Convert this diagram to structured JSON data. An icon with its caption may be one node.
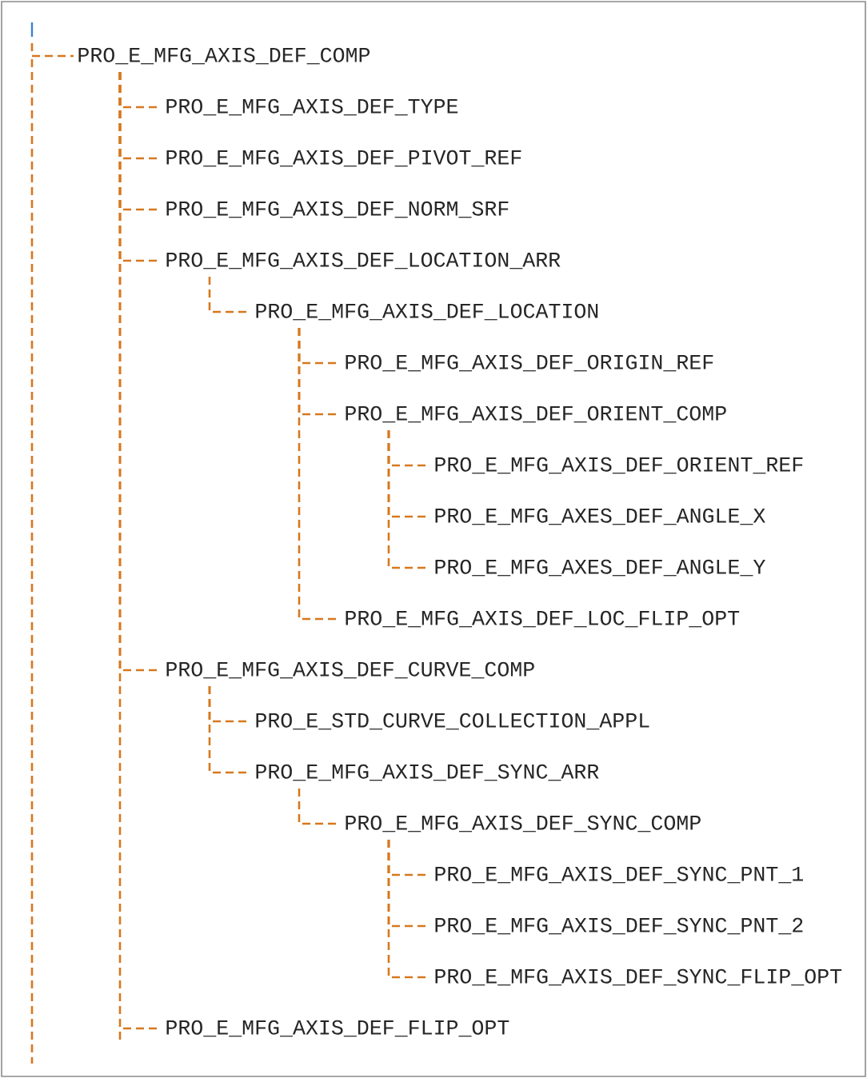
{
  "diagram": {
    "nodes": [
      {
        "text": [
          "PRO_E_MFG_AXIS_DEF_COMP"
        ]
      },
      {
        "text": [
          "PRO_E_MFG_AXIS_DEF_TYPE"
        ]
      },
      {
        "text": [
          "PRO_E_MFG_AXIS_DEF_PIVOT_REF"
        ]
      },
      {
        "text": [
          "PRO_E_MFG_AXIS_DEF_NORM_SRF"
        ]
      },
      {
        "text": [
          "PRO_E_MFG_AXIS_DEF_LOCATION_ARR"
        ]
      },
      {
        "text": [
          "PRO_E_MFG_AXIS_DEF_LOCATION"
        ]
      },
      {
        "text": [
          "PRO_E_MFG_AXIS_DEF_ORIGIN_REF"
        ]
      },
      {
        "text": [
          "PRO_E_MFG_AXIS_DEF_ORIENT_COMP"
        ]
      },
      {
        "text": [
          "PRO_E_MFG_AXIS_DEF_ORIENT_REF"
        ]
      },
      {
        "text": [
          "PRO_E_MFG_AXES_DEF_ANGLE_X"
        ]
      },
      {
        "text": [
          "PRO_E_MFG_AXES_DEF_ANGLE_Y"
        ]
      },
      {
        "text": [
          "PRO_E_MFG_AXIS_DEF_LOC_FLIP_OPT"
        ]
      },
      {
        "text": [
          "PRO_E_MFG_AXIS_DEF_CURVE_COMP"
        ]
      },
      {
        "text": [
          "PRO_E_STD_CURVE_COLLECTION_APPL"
        ]
      },
      {
        "text": [
          "PRO_E_MFG_AXIS_DEF_SYNC_ARR"
        ]
      },
      {
        "text": [
          "PRO_E_MFG_AXIS_DEF_SYNC_COMP"
        ]
      },
      {
        "text": [
          "PRO_E_MFG_AXIS_DEF_SYNC_PNT_1"
        ]
      },
      {
        "text": [
          "PRO_E_MFG_AXIS_DEF_SYNC_PNT_2"
        ]
      },
      {
        "text": [
          "PRO_E_MFG_AXIS_DEF_SYNC_FLIP_OPT"
        ]
      },
      {
        "text": [
          "PRO_E_MFG_AXIS_DEF_FLIP_OPT"
        ]
      }
    ],
    "edges": [
      {
        "from": null,
        "to": 0,
        "arrow": "none"
      },
      {
        "from": 0,
        "to": 1,
        "arrow": "none"
      },
      {
        "from": 0,
        "to": 2,
        "arrow": "none"
      },
      {
        "from": 0,
        "to": 3,
        "arrow": "none"
      },
      {
        "from": 0,
        "to": 4,
        "arrow": "none"
      },
      {
        "from": 4,
        "to": 5,
        "arrow": "none"
      },
      {
        "from": 5,
        "to": 6,
        "arrow": "none"
      },
      {
        "from": 5,
        "to": 7,
        "arrow": "none"
      },
      {
        "from": 7,
        "to": 8,
        "arrow": "none"
      },
      {
        "from": 7,
        "to": 9,
        "arrow": "none"
      },
      {
        "from": 7,
        "to": 10,
        "arrow": "none"
      },
      {
        "from": 5,
        "to": 11,
        "arrow": "none"
      },
      {
        "from": 0,
        "to": 12,
        "arrow": "none"
      },
      {
        "from": 12,
        "to": 13,
        "arrow": "none"
      },
      {
        "from": 12,
        "to": 14,
        "arrow": "none"
      },
      {
        "from": 14,
        "to": 15,
        "arrow": "none"
      },
      {
        "from": 15,
        "to": 16,
        "arrow": "none"
      },
      {
        "from": 15,
        "to": 17,
        "arrow": "none"
      },
      {
        "from": 15,
        "to": 18,
        "arrow": "none"
      },
      {
        "from": 0,
        "to": 19,
        "arrow": "none"
      }
    ]
  }
}
